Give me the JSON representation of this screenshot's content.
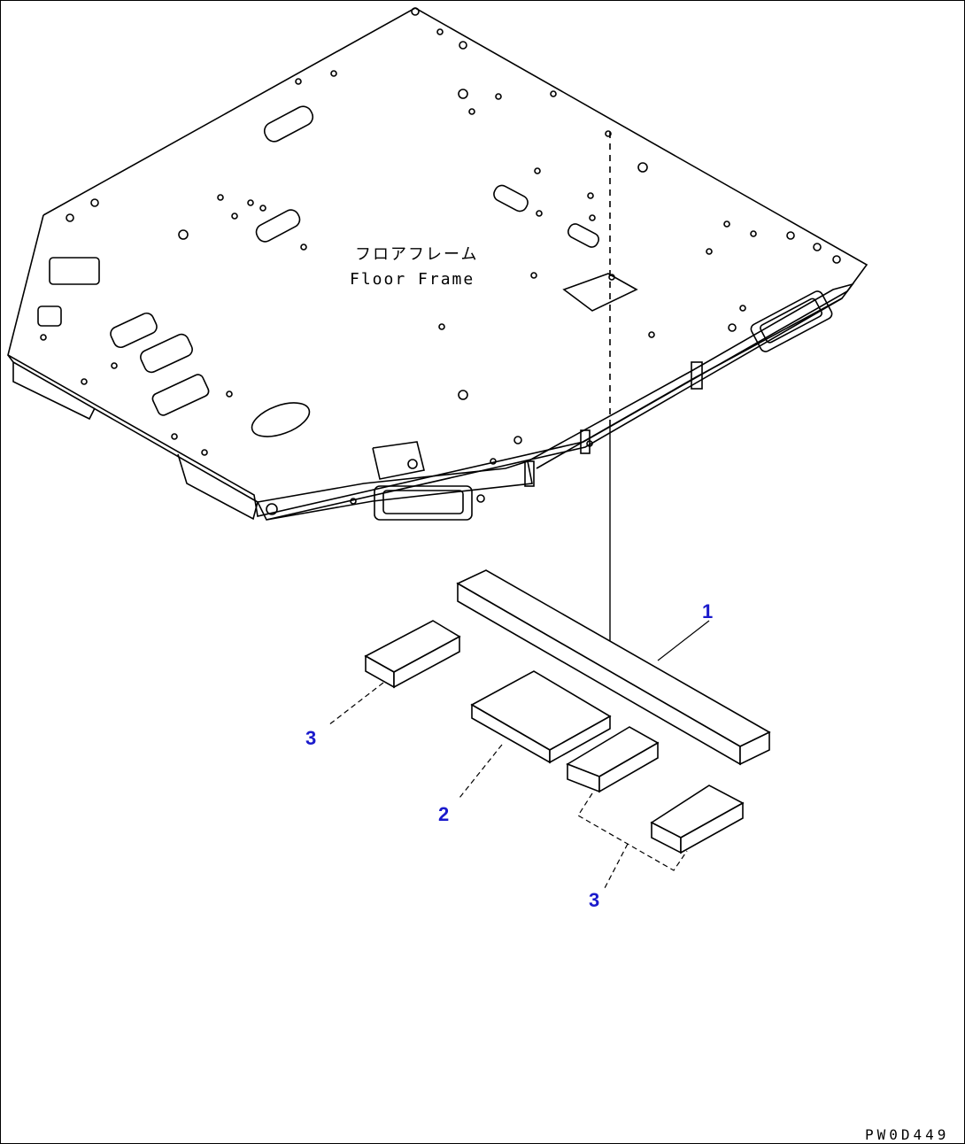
{
  "colors": {
    "line": "#000000",
    "callout": "#1a1acc",
    "background": "#ffffff"
  },
  "labels": {
    "frame_jp": "フロアフレーム",
    "frame_en": "Floor Frame",
    "drawing_code": "PW0D449"
  },
  "callouts": [
    "1",
    "2",
    "3",
    "3"
  ]
}
